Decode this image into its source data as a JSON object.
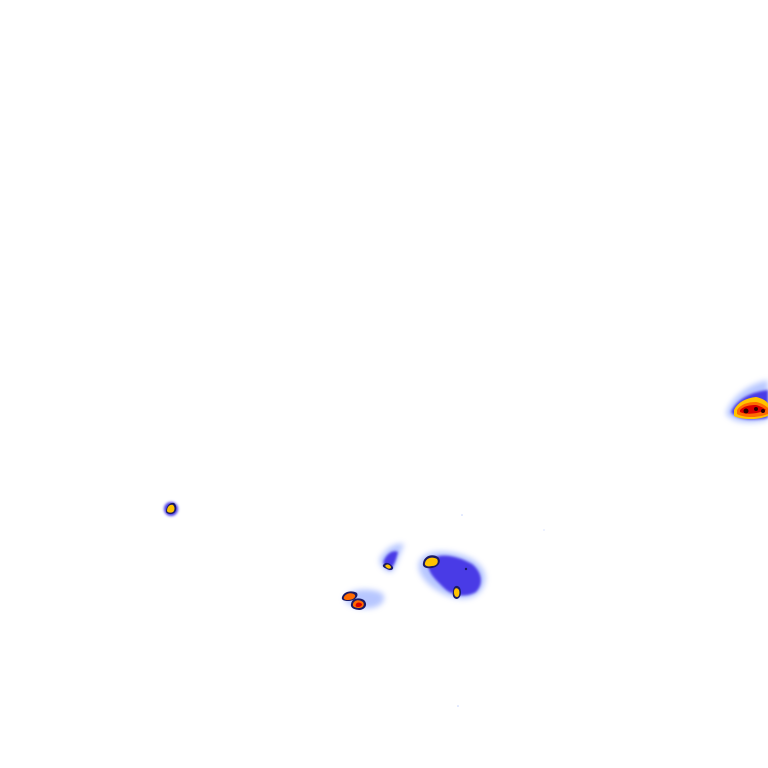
{
  "map": {
    "type": "precipitation-radar-overlay",
    "background_color": "#ffffff",
    "intensity_colors": {
      "very_light": "#9fb4ff",
      "light": "#6a6cf2",
      "moderate": "#4a3ae6",
      "heavy": "#ffc400",
      "very_heavy": "#ff6a00",
      "extreme": "#d80000",
      "core": "#2a0000",
      "outline": "#1a1a66"
    },
    "cells": [
      {
        "id": "cell-east-edge",
        "intensity": "extreme"
      },
      {
        "id": "cell-west-small",
        "intensity": "heavy"
      },
      {
        "id": "cell-center-north",
        "intensity": "heavy"
      },
      {
        "id": "cell-center-east",
        "intensity": "heavy"
      },
      {
        "id": "cell-center-south",
        "intensity": "very_heavy"
      },
      {
        "id": "cell-center-southwest",
        "intensity": "very_heavy"
      }
    ]
  }
}
